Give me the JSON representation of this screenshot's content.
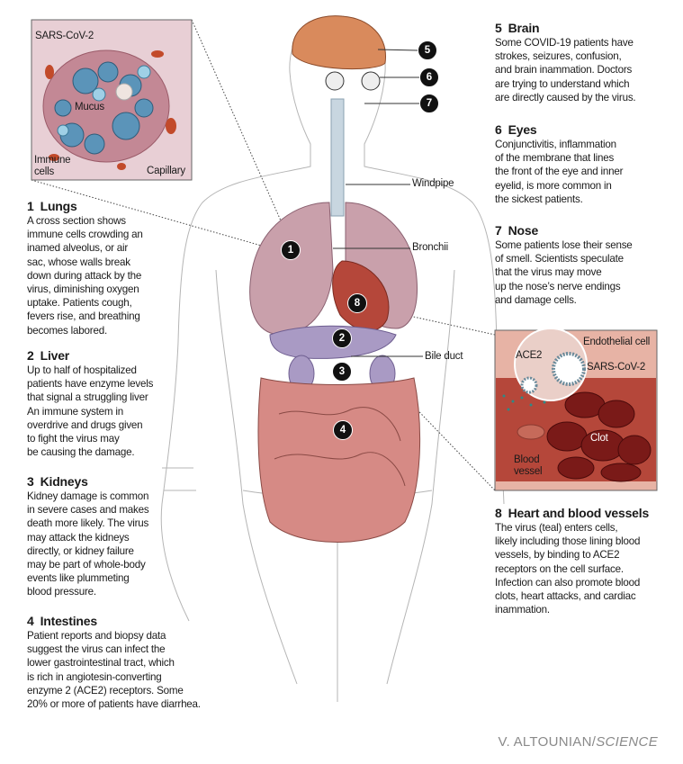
{
  "sections": [
    {
      "num": "1",
      "title": "Lungs",
      "text": "A cross section shows\nimmune cells crowding an\ninamed alveolus, or air\nsac, whose walls break\ndown during attack by the\nvirus, diminishing oxygen\nuptake. Patients cough,\nfevers rise, and breathing\nbecomes labored."
    },
    {
      "num": "2",
      "title": "Liver",
      "text": "Up to half of hospitalized\npatients have enzyme levels\nthat signal a struggling liver\nAn immune system in\noverdrive and drugs given\nto fight the virus may\nbe causing the damage."
    },
    {
      "num": "3",
      "title": "Kidneys",
      "text": "Kidney damage is common\nin severe cases and makes\ndeath more likely. The virus\nmay attack the kidneys\ndirectly, or kidney failure\nmay be part of whole-body\nevents like plummeting\nblood pressure."
    },
    {
      "num": "4",
      "title": "Intestines",
      "text": "Patient reports and biopsy data\nsuggest the virus can infect the\nlower gastrointestinal tract, which\nis rich in angiotesin-converting\nenzyme 2 (ACE2) receptors. Some\n20% or more of patients have diarrhea."
    },
    {
      "num": "5",
      "title": "Brain",
      "text": "Some COVID-19 patients have\nstrokes, seizures, confusion,\nand brain inammation. Doctors\nare trying to understand which\nare directly caused by the virus."
    },
    {
      "num": "6",
      "title": "Eyes",
      "text": "Conjunctivitis, inflammation\nof the membrane that lines\nthe front of the eye and inner\neyelid, is more common in\nthe sickest patients."
    },
    {
      "num": "7",
      "title": "Nose",
      "text": "Some patients lose their sense\nof smell. Scientists speculate\nthat the virus may move\nup the nose’s nerve endings\nand damage cells."
    },
    {
      "num": "8",
      "title": "Heart and blood vessels",
      "text": "The virus (teal) enters cells,\nlikely including those lining blood\nvessels, by binding to ACE2\nreceptors on the cell surface.\nInfection can also promote blood\nclots, heart attacks, and cardiac\ninammation."
    }
  ],
  "body_labels": {
    "windpipe": "Windpipe",
    "bronchii": "Bronchii",
    "bile_duct": "Bile duct"
  },
  "lung_inset": {
    "sars": "SARS-CoV-2",
    "mucus": "Mucus",
    "immune": "Immune\ncells",
    "capillary": "Capillary"
  },
  "vessel_inset": {
    "endothelial": "Endothelial cell",
    "ace2": "ACE2",
    "sars": "SARS-CoV-2",
    "clot": "Clot",
    "vessel": "Blood\nvessel"
  },
  "markers": [
    "1",
    "2",
    "3",
    "4",
    "5",
    "6",
    "7",
    "8"
  ],
  "credit": {
    "author": "V. ALTOUNIAN/",
    "publication": "SCIENCE"
  },
  "colors": {
    "lung": "#c9a0ab",
    "heart": "#b5473a",
    "intestine": "#d68a85",
    "brain": "#d98a5c",
    "virus": "#2e8a86",
    "kidney": "#a99ac4"
  }
}
